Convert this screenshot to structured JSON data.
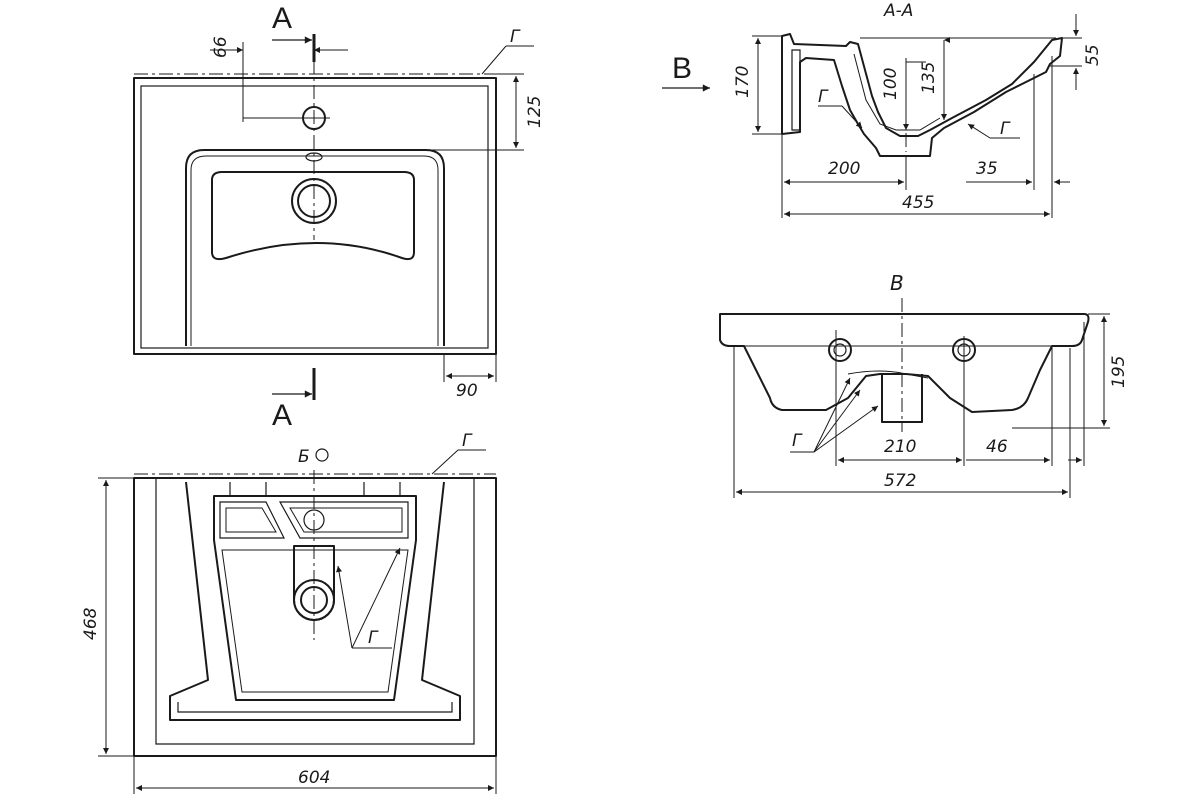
{
  "labels": {
    "section_marker": "А",
    "section_title": "А-А",
    "view_b_arrow": "В",
    "view_b_title": "В",
    "view_bottom_title": "Б",
    "surface_mark": "Г"
  },
  "dimensions": {
    "top_tap_offset": "66",
    "top_tap_distance": "125",
    "top_leg_width": "90",
    "bottom_depth": "468",
    "bottom_width": "604",
    "section_height": "170",
    "section_rim": "55",
    "section_depth_100": "100",
    "section_depth_135": "135",
    "section_200": "200",
    "section_35": "35",
    "section_455": "455",
    "front_height": "195",
    "front_210": "210",
    "front_46": "46",
    "front_572": "572"
  }
}
